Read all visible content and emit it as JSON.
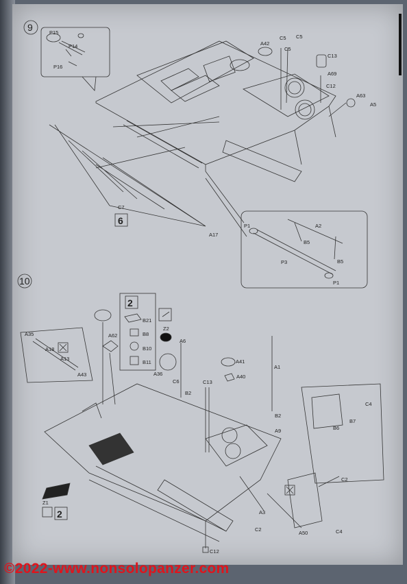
{
  "steps": [
    {
      "number": "9",
      "labels": {
        "p15": "P15",
        "p14": "P14",
        "p16": "P16",
        "a42": "A42",
        "c5a": "C5",
        "c5b": "C5",
        "c5c": "C5",
        "c13": "C13",
        "a69": "A69",
        "c12": "C12",
        "a63": "A63",
        "a5": "A5",
        "c7": "C7",
        "qty": "6",
        "a17": "A17",
        "p1a": "P1",
        "a2": "A2",
        "b5a": "B5",
        "p3": "P3",
        "b5b": "B5",
        "p1b": "P1"
      }
    },
    {
      "number": "10",
      "labels": {
        "qty2a": "2",
        "b21": "B21",
        "b8": "B8",
        "b10": "B10",
        "b11": "B11",
        "a35": "A35",
        "a18": "A18",
        "a13": "A13",
        "a43": "A43",
        "a62": "A62",
        "z2": "Z2",
        "a6": "A6",
        "a36": "A36",
        "c6": "C6",
        "b2a": "B2",
        "c13": "C13",
        "a41": "A41",
        "a40": "A40",
        "a1": "A1",
        "b2b": "B2",
        "a9": "A9",
        "c4a": "C4",
        "b6": "B6",
        "b7": "B7",
        "c2a": "C2",
        "z1": "Z1",
        "qty2b": "2",
        "a3": "A3",
        "c2b": "C2",
        "a50": "A50",
        "c4b": "C4",
        "c12": "C12"
      }
    }
  ],
  "watermark": "©2022-www.nonsolopanzer.com"
}
